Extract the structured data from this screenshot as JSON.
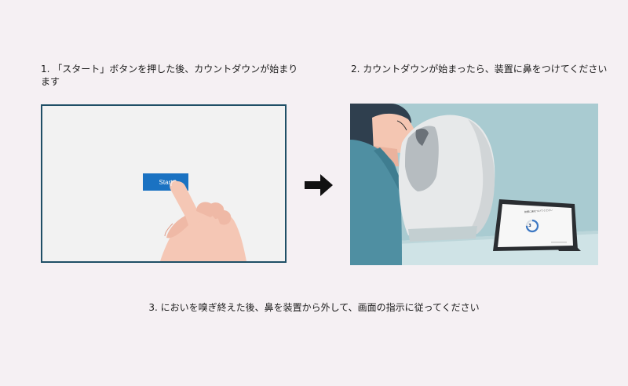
{
  "steps": {
    "step1": "1. 「スタート」ボタンを押した後、カウントダウンが始まります",
    "step2": "2. カウントダウンが始まったら、装置に鼻をつけてください",
    "step3": "3. においを嗅ぎ終えた後、鼻を装置から外して、画面の指示に従ってください"
  },
  "panel1": {
    "start_label": "Start"
  },
  "panel2": {
    "tablet_title": "装置に鼻をつけてください",
    "countdown_value": "3",
    "countdown_progress": 0.75
  },
  "icons": {
    "arrow": "arrow-right-icon",
    "hand": "pointing-hand-icon"
  },
  "colors": {
    "background": "#f5f0f3",
    "button": "#1a72c2",
    "panel_border": "#1f4f66",
    "scene_bg": "#a6c9cf"
  }
}
